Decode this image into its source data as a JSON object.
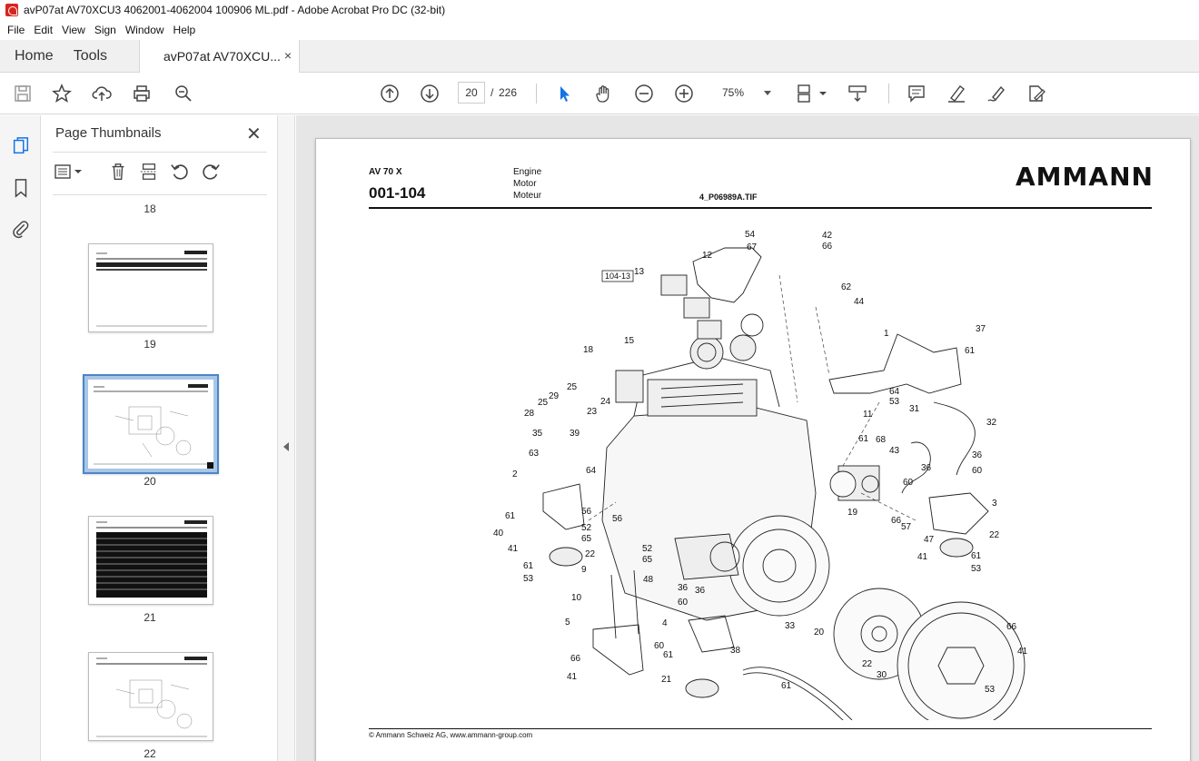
{
  "window": {
    "title": "avP07at AV70XCU3 4062001-4062004 100906 ML.pdf - Adobe Acrobat Pro DC (32-bit)"
  },
  "menu": [
    "File",
    "Edit",
    "View",
    "Sign",
    "Window",
    "Help"
  ],
  "tabs": {
    "home": "Home",
    "tools": "Tools",
    "document": "avP07at AV70XCU...",
    "close": "×"
  },
  "toolbar": {
    "current_page": "20",
    "page_separator": "/",
    "total_pages": "226",
    "zoom": "75%"
  },
  "panel": {
    "title": "Page Thumbnails",
    "close": "✕",
    "thumbnails": [
      {
        "label": "18"
      },
      {
        "label": "19"
      },
      {
        "label": "20",
        "selected": true
      },
      {
        "label": "21"
      },
      {
        "label": "22"
      }
    ]
  },
  "page": {
    "model": "AV 70 X",
    "code": "001-104",
    "desc": [
      "Engine",
      "Motor",
      "Moteur"
    ],
    "file": "4_P06989A.TIF",
    "logo": "AMMANN",
    "footer": "© Ammann Schweiz AG, www.ammann-group.com",
    "ref_box": "104-13",
    "callouts": [
      "54",
      "67",
      "42",
      "66",
      "12",
      "13",
      "62",
      "44",
      "37",
      "1",
      "61",
      "18",
      "15",
      "25",
      "29",
      "25",
      "24",
      "28",
      "23",
      "64",
      "53",
      "11",
      "31",
      "32",
      "35",
      "39",
      "63",
      "64",
      "61",
      "68",
      "43",
      "36",
      "60",
      "2",
      "36",
      "60",
      "3",
      "19",
      "61",
      "40",
      "56",
      "52",
      "65",
      "56",
      "41",
      "22",
      "66",
      "57",
      "47",
      "41",
      "22",
      "61",
      "53",
      "61",
      "53",
      "9",
      "52",
      "65",
      "48",
      "10",
      "36",
      "60",
      "5",
      "4",
      "33",
      "20",
      "66",
      "41",
      "66",
      "36",
      "41",
      "60",
      "61",
      "38",
      "22",
      "30",
      "21",
      "61",
      "53"
    ]
  }
}
